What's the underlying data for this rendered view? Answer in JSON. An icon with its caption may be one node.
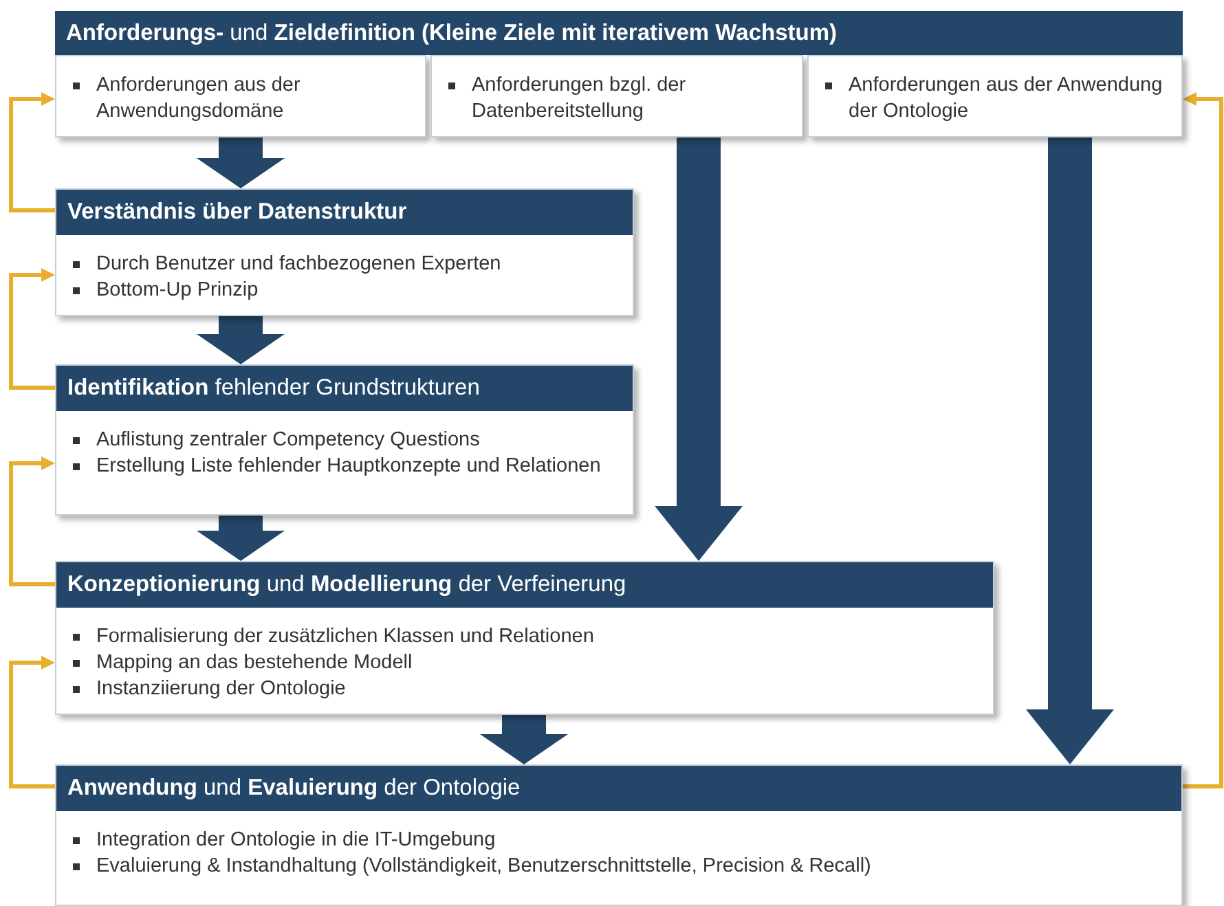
{
  "diagram": {
    "nodes": [
      {
        "text": [
          "**Anforderungs-** und **Zieldefinition (Kleine Ziele mit iterativem Wachstum)**"
        ]
      },
      {
        "text": [
          "Anforderungen aus der Anwendungsdomäne"
        ]
      },
      {
        "text": [
          "Anforderungen bzgl. der Datenbereitstellung"
        ]
      },
      {
        "text": [
          "Anforderungen aus der Anwendung der Ontologie"
        ]
      },
      {
        "text": [
          "Verständnis über Datenstruktur",
          "Durch Benutzer und fachbezogenen Experten",
          "Bottom-Up Prinzip"
        ]
      },
      {
        "text": [
          "**Identifikation** fehlender Grundstrukturen",
          "Auflistung zentraler Competency Questions",
          "Erstellung Liste fehlender Hauptkonzepte und Relationen"
        ]
      },
      {
        "text": [
          "**Konzeptionierung** und **Modellierung** der Verfeinerung",
          "Formalisierung der zusätzlichen Klassen und Relationen",
          "Mapping an das bestehende Modell",
          "Instanziierung der Ontologie"
        ]
      },
      {
        "text": [
          "**Anwendung** und **Evaluierung** der Ontologie",
          "Integration der Ontologie in die IT-Umgebung",
          "Evaluierung & Instandhaltung (Vollständigkeit, Benutzerschnittstelle, Precision & Recall)"
        ]
      }
    ],
    "edges": [
      {
        "from": 1,
        "to": 4,
        "arrow": "to",
        "color": "#244668"
      },
      {
        "from": 4,
        "to": 5,
        "arrow": "to",
        "color": "#244668"
      },
      {
        "from": 5,
        "to": 6,
        "arrow": "to",
        "color": "#244668"
      },
      {
        "from": 6,
        "to": 7,
        "arrow": "to",
        "color": "#244668"
      },
      {
        "from": 2,
        "to": 6,
        "arrow": "to",
        "color": "#244668"
      },
      {
        "from": 3,
        "to": 7,
        "arrow": "to",
        "color": "#244668"
      },
      {
        "from": 4,
        "to": 1,
        "arrow": "to",
        "color": "#e8ae2c"
      },
      {
        "from": 5,
        "to": 4,
        "arrow": "to",
        "color": "#e8ae2c"
      },
      {
        "from": 6,
        "to": 5,
        "arrow": "to",
        "color": "#e8ae2c"
      },
      {
        "from": 7,
        "to": 6,
        "arrow": "to",
        "color": "#e8ae2c"
      },
      {
        "from": 7,
        "to": 3,
        "arrow": "to",
        "color": "#e8ae2c"
      }
    ]
  }
}
